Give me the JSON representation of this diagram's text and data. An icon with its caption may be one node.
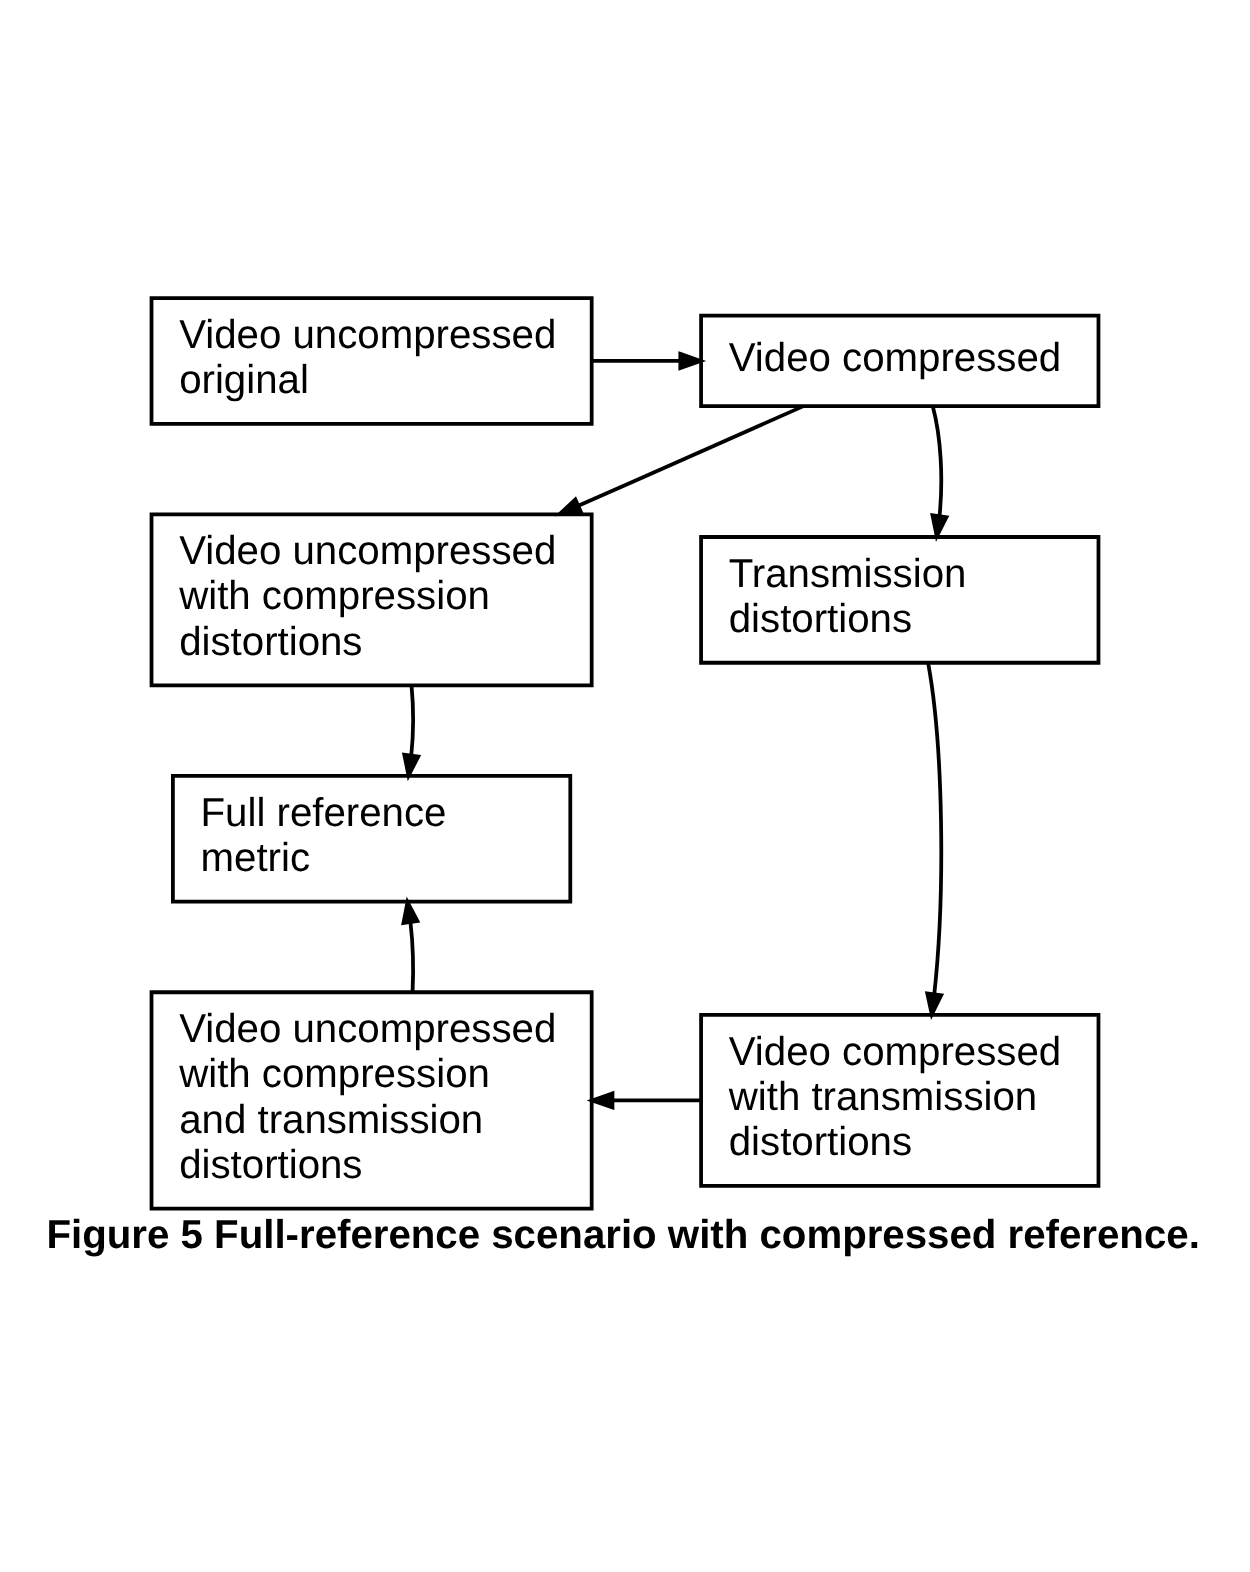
{
  "diagram": {
    "caption": "Figure 5 Full-reference scenario with compressed reference.",
    "nodes": [
      {
        "text": [
          "Video uncompressed original"
        ]
      },
      {
        "text": [
          "Video compressed"
        ]
      },
      {
        "text": [
          "Video uncompressed with compression distortions"
        ]
      },
      {
        "text": [
          "Transmission distortions"
        ]
      },
      {
        "text": [
          "Full reference metric"
        ]
      },
      {
        "text": [
          "Video uncompressed with compression and transmission distortions"
        ]
      },
      {
        "text": [
          "Video compressed with transmission distortions"
        ]
      }
    ],
    "edges": [
      {
        "from": 0,
        "to": 1,
        "arrow": "to"
      },
      {
        "from": 1,
        "to": 2,
        "arrow": "to"
      },
      {
        "from": 1,
        "to": 3,
        "arrow": "to"
      },
      {
        "from": 2,
        "to": 4,
        "arrow": "to"
      },
      {
        "from": 3,
        "to": 6,
        "arrow": "to"
      },
      {
        "from": 6,
        "to": 5,
        "arrow": "to"
      },
      {
        "from": 5,
        "to": 4,
        "arrow": "to"
      }
    ]
  }
}
